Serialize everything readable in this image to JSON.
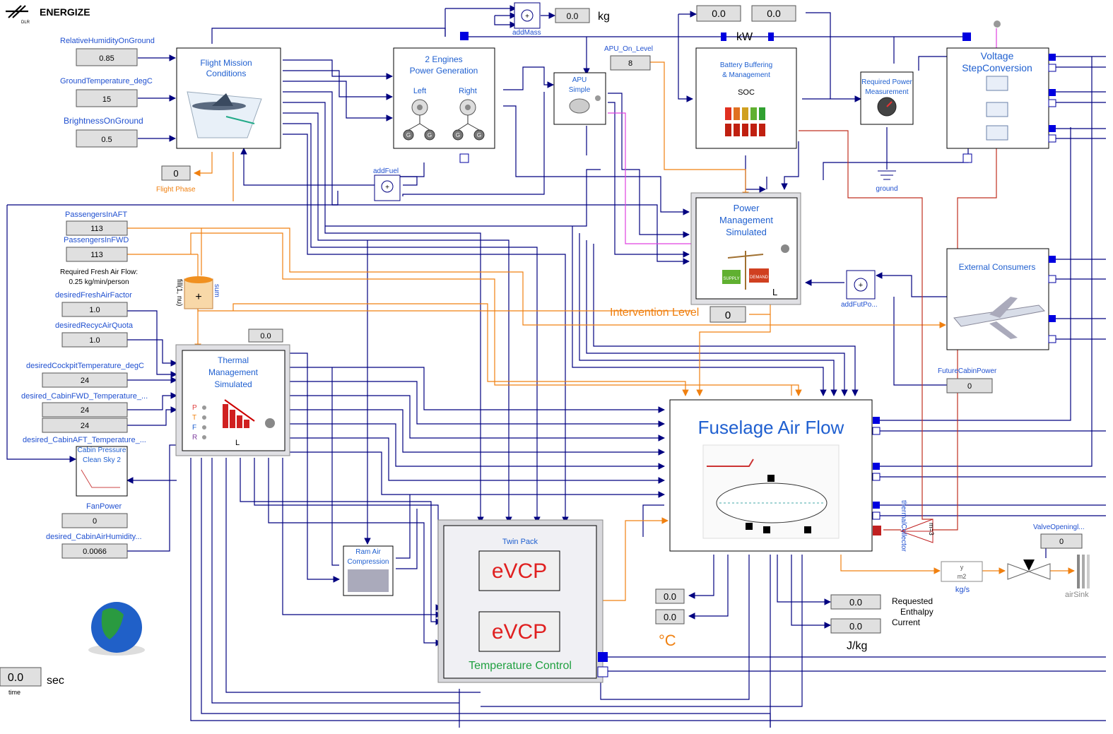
{
  "header": {
    "title": "ENERGIZE",
    "logo_text": "DLR"
  },
  "inputs": {
    "relative_humidity": {
      "label": "RelativeHumidityOnGround",
      "value": "0.85"
    },
    "ground_temperature": {
      "label": "GroundTemperature_degC",
      "value": "15"
    },
    "brightness": {
      "label": "BrightnessOnGround",
      "value": "0.5"
    },
    "passengers_aft": {
      "label": "PassengersInAFT",
      "value": "113"
    },
    "passengers_fwd": {
      "label": "PassengersInFWD",
      "value": "113"
    },
    "fresh_air_note": "Required Fresh Air Flow:",
    "fresh_air_note2": "0.25 kg/min/person",
    "fresh_air_factor": {
      "label": "desiredFreshAirFactor",
      "value": "1.0"
    },
    "recyc_air": {
      "label": "desiredRecycAirQuota",
      "value": "1.0"
    },
    "cockpit_temp": {
      "label": "desiredCockpitTemperature_degC",
      "value": "24"
    },
    "cabin_fwd_temp": {
      "label": "desired_CabinFWD_Temperature_...",
      "value": "24"
    },
    "cabin_aft_temp_value": "24",
    "cabin_aft_temp_label": "desired_CabinAFT_Temperature_...",
    "fan_power": {
      "label": "FanPower",
      "value": "0"
    },
    "cabin_humidity": {
      "label": "desired_CabinAirHumidity...",
      "value": "0.0066"
    }
  },
  "blocks": {
    "flight_mission": {
      "title1": "Flight Mission",
      "title2": "Conditions"
    },
    "flight_phase": {
      "value": "0",
      "label": "Flight Phase"
    },
    "engines": {
      "title1": "2 Engines",
      "title2": "Power Generation",
      "left": "Left",
      "right": "Right",
      "gen": "G"
    },
    "add_mass": {
      "label": "addMass",
      "value": "0.0",
      "unit": "kg"
    },
    "add_fuel": {
      "label": "addFuel"
    },
    "apu": {
      "title1": "APU",
      "title2": "Simple"
    },
    "apu_level": {
      "label": "APU_On_Level",
      "value": "8"
    },
    "battery": {
      "title1": "Battery Buffering",
      "title2": "& Management",
      "soc": "SOC",
      "value1": "0.0",
      "value2": "0.0",
      "unit": "kW"
    },
    "required_power": {
      "title1": "Required Power",
      "title2": "Measurement",
      "ground": "ground"
    },
    "voltage": {
      "title1": "Voltage",
      "title2": "StepConversion"
    },
    "power_mgmt": {
      "title1": "Power",
      "title2": "Management",
      "title3": "Simulated",
      "supply": "SUPPLY",
      "demand": "DEMAND",
      "corner": "L"
    },
    "intervention": {
      "label": "Intervention Level",
      "value": "0"
    },
    "add_fut": {
      "label": "addFutPo..."
    },
    "external": {
      "title": "External Consumers"
    },
    "future_cabin": {
      "label": "FutureCabinPower",
      "value": "0"
    },
    "sum": {
      "label": "sum",
      "fill": "fill(1, nu)",
      "symbol": "+"
    },
    "thermal": {
      "title1": "Thermal",
      "title2": "Management",
      "title3": "Simulated",
      "value": "0.0",
      "p": "P",
      "t": "T",
      "f": "F",
      "r": "R",
      "corner": "L"
    },
    "cabin_pressure": {
      "title1": "Cabin Pressure",
      "title2": "Clean Sky 2"
    },
    "fuselage": {
      "title": "Fuselage Air Flow"
    },
    "ram_air": {
      "title1": "Ram Air",
      "title2": "Compression"
    },
    "evcp": {
      "top": "Twin Pack",
      "label1": "eVCP",
      "label2": "eVCP",
      "bottom": "Temperature Control"
    },
    "thermal_collector": {
      "label": "thermalCollector",
      "m": "m=3"
    },
    "valve": {
      "label": "ValveOpeningl...",
      "value": "0"
    },
    "massflow": {
      "y": "y",
      "m2": "m2",
      "unit": "kg/s"
    },
    "air_sink": {
      "label": "airSink"
    },
    "temps": {
      "value1": "0.0",
      "value2": "0.0",
      "unit": "°C"
    },
    "enthalpy": {
      "value1": "0.0",
      "value2": "0.0",
      "label1": "Requested",
      "label2": "Enthalpy",
      "label3": "Current",
      "unit": "J/kg"
    },
    "time": {
      "value": "0.0",
      "unit": "sec",
      "label": "time"
    }
  },
  "colors": {
    "signal": "#000080",
    "label": "#2050d0",
    "orange": "#f08010",
    "red": "#c03020",
    "magenta": "#e040e0"
  }
}
